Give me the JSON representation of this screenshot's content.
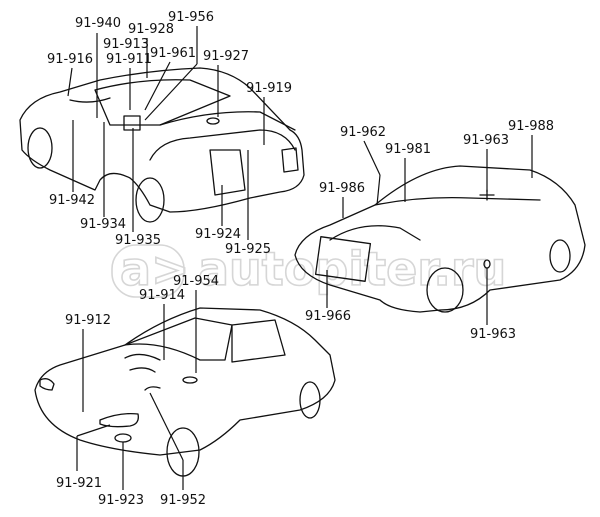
{
  "watermark": "autopiter.ru",
  "watermark_logo": "a>",
  "diagrams": {
    "rear_sedan": {
      "labels": [
        "91-940",
        "91-928",
        "91-956",
        "91-913",
        "91-916",
        "91-911",
        "91-961",
        "91-927",
        "91-919",
        "91-942",
        "91-934",
        "91-935",
        "91-924",
        "91-925"
      ]
    },
    "hatchback": {
      "labels": [
        "91-962",
        "91-981",
        "91-963",
        "91-988",
        "91-986",
        "91-966",
        "91-963"
      ]
    },
    "front_sedan": {
      "labels": [
        "91-954",
        "91-914",
        "91-912",
        "91-921",
        "91-923",
        "91-952"
      ]
    }
  }
}
